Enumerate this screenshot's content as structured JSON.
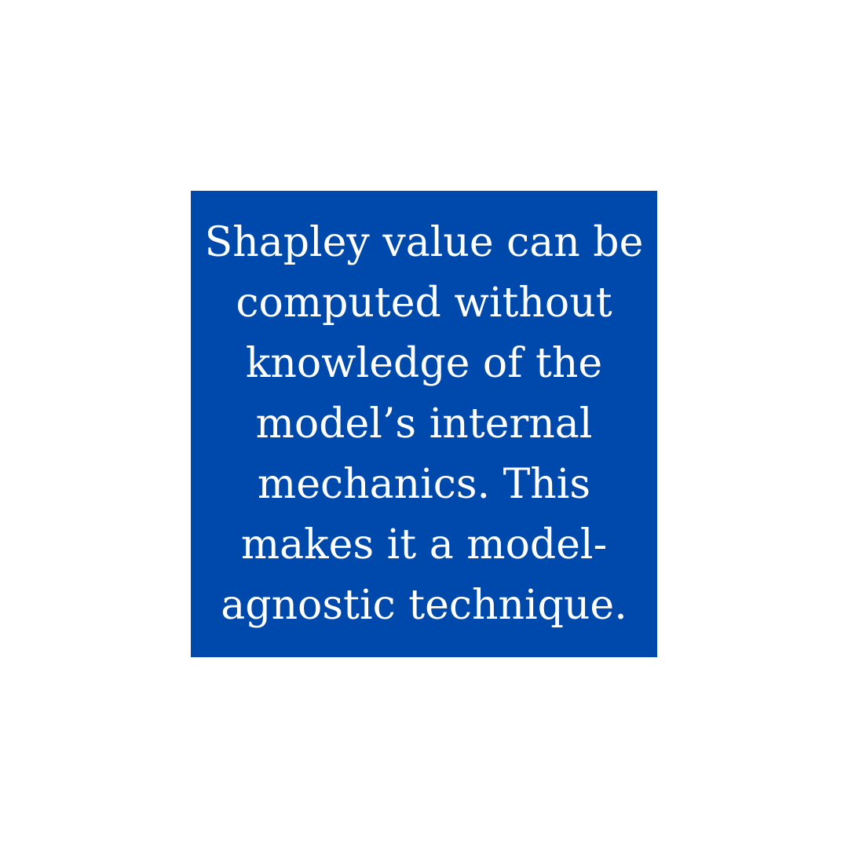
{
  "colors": {
    "background": "#ffffff",
    "card": "#0049AC",
    "text": "#ffffff"
  },
  "quote": {
    "lines": [
      "Shapley value can be",
      "computed without",
      "knowledge of the",
      "model’s internal",
      "mechanics. This",
      "makes it a model-",
      "agnostic technique."
    ]
  }
}
